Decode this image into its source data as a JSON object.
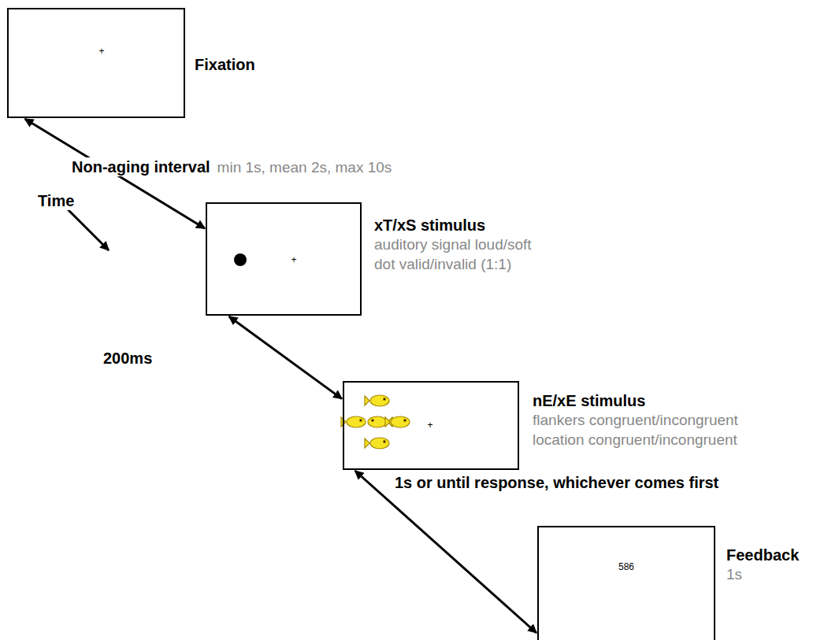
{
  "diagram": {
    "nodes": [
      {
        "text": [
          "+",
          "Fixation"
        ]
      },
      {
        "text": [
          "+",
          "xT/xS stimulus",
          "auditory signal loud/soft",
          "dot valid/invalid (1:1)"
        ]
      },
      {
        "text": [
          "+",
          "nE/xE stimulus",
          "flankers congruent/incongruent",
          "location congruent/incongruent"
        ]
      },
      {
        "text": [
          "586",
          "Feedback",
          "1s"
        ]
      }
    ],
    "edges": [
      {
        "from": 0,
        "to": 1,
        "label": "Non-aging interval",
        "arrow": "both"
      },
      {
        "from": 1,
        "to": 2,
        "label": "200ms",
        "arrow": "both"
      },
      {
        "from": 2,
        "to": 3,
        "label": "1s or until response, whichever comes first",
        "arrow": "both"
      }
    ],
    "labels": [
      "min 1s, mean 2s, max 10s",
      "Time"
    ]
  }
}
